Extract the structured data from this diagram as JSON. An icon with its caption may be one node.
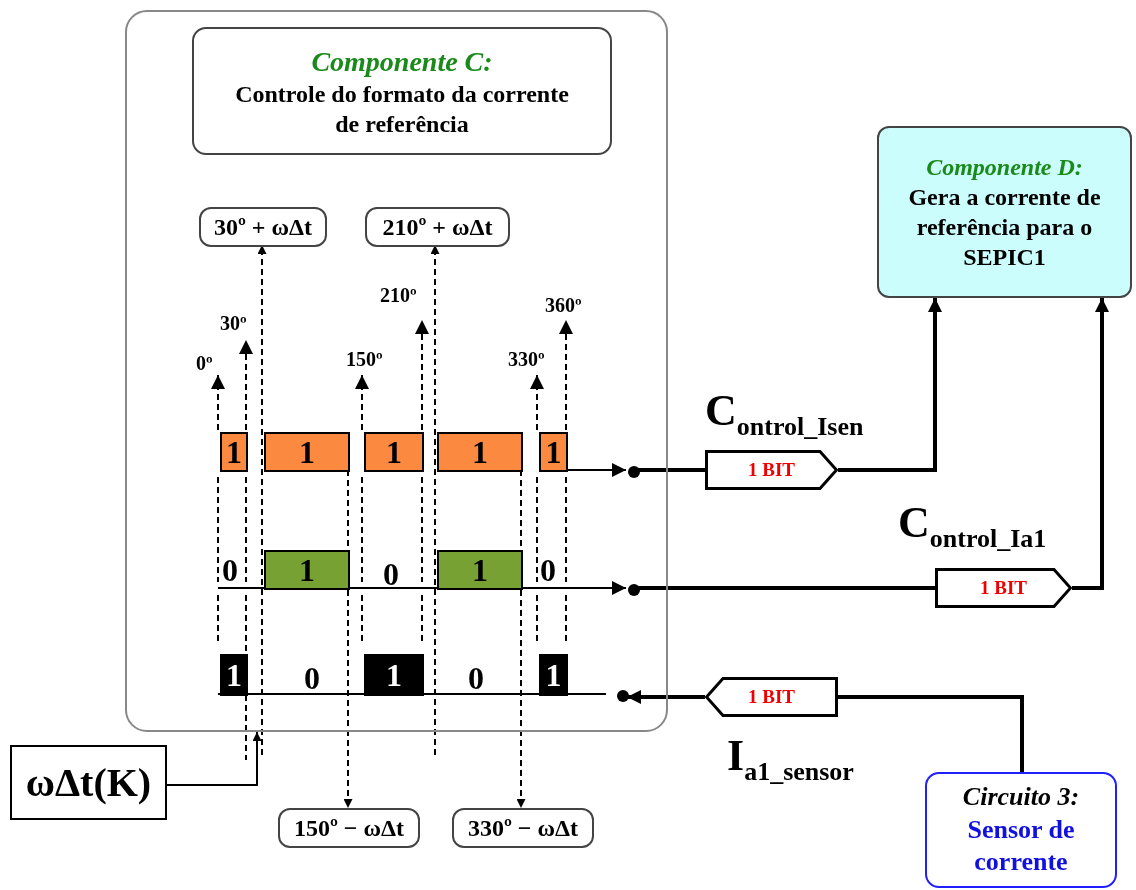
{
  "diagram": {
    "nodes": [
      {
        "text": [],
        "shape": "box"
      },
      {
        "text": [
          "Componente C:",
          "Controle do formato da corrente de referência"
        ],
        "in": 0
      },
      {
        "text": [
          "30º + ωΔt"
        ],
        "in": 0
      },
      {
        "text": [
          "210º + ωΔt"
        ],
        "in": 0
      },
      {
        "text": [
          "Componente D:",
          "Gera a corrente de referência para o SEPIC1"
        ]
      },
      {
        "text": [
          "1"
        ],
        "in": 0
      },
      {
        "text": [
          "1"
        ],
        "in": 0
      },
      {
        "text": [
          "1"
        ],
        "in": 0
      },
      {
        "text": [
          "1"
        ],
        "in": 0
      },
      {
        "text": [
          "1"
        ],
        "in": 0
      },
      {
        "text": [
          "1"
        ],
        "in": 0
      },
      {
        "text": [
          "1"
        ],
        "in": 0
      },
      {
        "text": [
          "1"
        ],
        "in": 0
      },
      {
        "text": [
          "1"
        ],
        "in": 0
      },
      {
        "text": [
          "1"
        ],
        "in": 0
      },
      {
        "text": [],
        "shape": "circle",
        "in": 0
      },
      {
        "text": [],
        "shape": "circle",
        "in": 0
      },
      {
        "text": [],
        "shape": "circle",
        "in": 0
      },
      {
        "text": [
          "1 BIT"
        ],
        "beside": [
          "C$_{ontrol_Isen}$"
        ]
      },
      {
        "text": [
          "1 BIT"
        ],
        "beside": [
          "C$_{ontrol_Ia1}$"
        ]
      },
      {
        "text": [
          "1 BIT"
        ],
        "beside": [
          "I$_{a1_sensor}$"
        ]
      },
      {
        "text": [
          "ωΔt(K)"
        ]
      },
      {
        "text": [
          "150º − ωΔt"
        ]
      },
      {
        "text": [
          "330º − ωΔt"
        ]
      },
      {
        "text": [
          "Circuito 3:",
          "Sensor de corrente"
        ]
      }
    ],
    "edges": [
      {
        "from": 9,
        "to": 15,
        "arrow": "to"
      },
      {
        "from": 15,
        "to": 18,
        "arrow": "none",
        "style": "thick"
      },
      {
        "from": 18,
        "to": 4,
        "arrow": "to",
        "style": "thick"
      },
      {
        "from": null,
        "to": 16,
        "arrow": "to"
      },
      {
        "from": 16,
        "to": 19,
        "arrow": "none",
        "style": "thick"
      },
      {
        "from": 19,
        "to": 4,
        "arrow": "to",
        "style": "thick"
      },
      {
        "from": 24,
        "to": 20,
        "arrow": "none",
        "style": "thick"
      },
      {
        "from": 20,
        "to": 17,
        "arrow": "to",
        "style": "thick"
      },
      {
        "from": 21,
        "to": 0,
        "arrow": "to"
      },
      {
        "from": null,
        "to": 2,
        "arrow": "to",
        "style": "dashed"
      },
      {
        "from": null,
        "to": 3,
        "arrow": "to",
        "style": "dashed"
      },
      {
        "from": 6,
        "to": 22,
        "arrow": "to",
        "style": "dashed"
      },
      {
        "from": 8,
        "to": 23,
        "arrow": "to",
        "style": "dashed"
      }
    ],
    "labels": [
      "0º",
      "30º",
      "150º",
      "210º",
      "330º",
      "360º",
      "0",
      "0",
      "0",
      "0",
      "0"
    ]
  }
}
